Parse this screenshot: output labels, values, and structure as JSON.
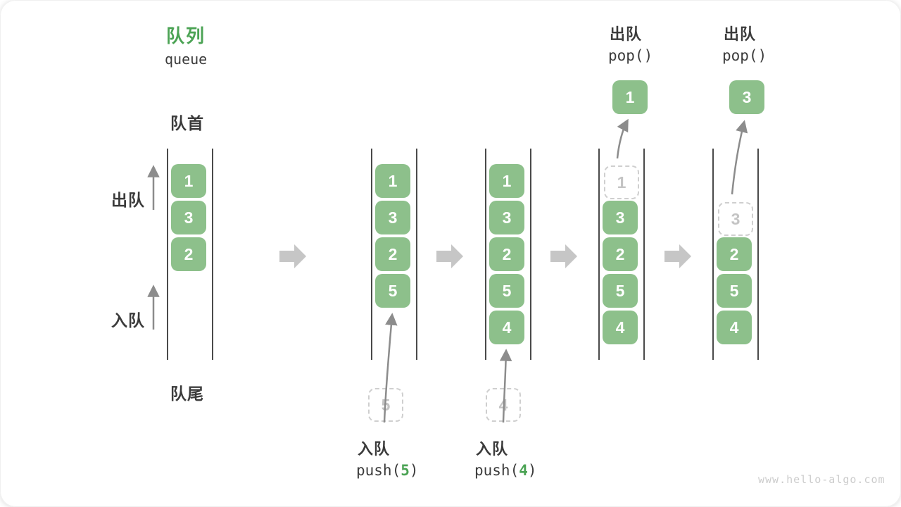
{
  "title": {
    "zh": "队列",
    "en": "queue"
  },
  "labels": {
    "front": "队首",
    "rear": "队尾",
    "dequeue": "出队",
    "enqueue": "入队"
  },
  "watermark": "www.hello-algo.com",
  "colors": {
    "box_green": "#8dc08b",
    "accent_green": "#4ba354",
    "dark_text": "#3b3b3b",
    "rail": "#4a4a4a",
    "thin_arrow": "#8c8c8c",
    "block_arrow": "#c6c6c6",
    "dashed_border": "#cfcfcf",
    "dashed_text": "#c4c4c4",
    "watermark": "#cccccc"
  },
  "columns": [
    {
      "cells": [
        {
          "value": "1"
        },
        {
          "value": "3"
        },
        {
          "value": "2"
        }
      ]
    },
    {
      "cells": [
        {
          "value": "1"
        },
        {
          "value": "3"
        },
        {
          "value": "2"
        },
        {
          "value": "5"
        }
      ],
      "pending": {
        "value": "5"
      },
      "op": {
        "zh": "入队",
        "fn": "push(",
        "arg": "5",
        "close": ")"
      }
    },
    {
      "cells": [
        {
          "value": "1"
        },
        {
          "value": "3"
        },
        {
          "value": "2"
        },
        {
          "value": "5"
        },
        {
          "value": "4"
        }
      ],
      "pending": {
        "value": "4"
      },
      "op": {
        "zh": "入队",
        "fn": "push(",
        "arg": "4",
        "close": ")"
      }
    },
    {
      "dashed": {
        "value": "1"
      },
      "cells": [
        {
          "value": "3"
        },
        {
          "value": "2"
        },
        {
          "value": "5"
        },
        {
          "value": "4"
        }
      ],
      "popped": {
        "value": "1"
      },
      "op": {
        "zh": "出队",
        "fn": "pop()"
      }
    },
    {
      "dashed": {
        "value": "3"
      },
      "cells": [
        {
          "value": "2"
        },
        {
          "value": "5"
        },
        {
          "value": "4"
        }
      ],
      "popped": {
        "value": "3"
      },
      "op": {
        "zh": "出队",
        "fn": "pop()"
      }
    }
  ]
}
